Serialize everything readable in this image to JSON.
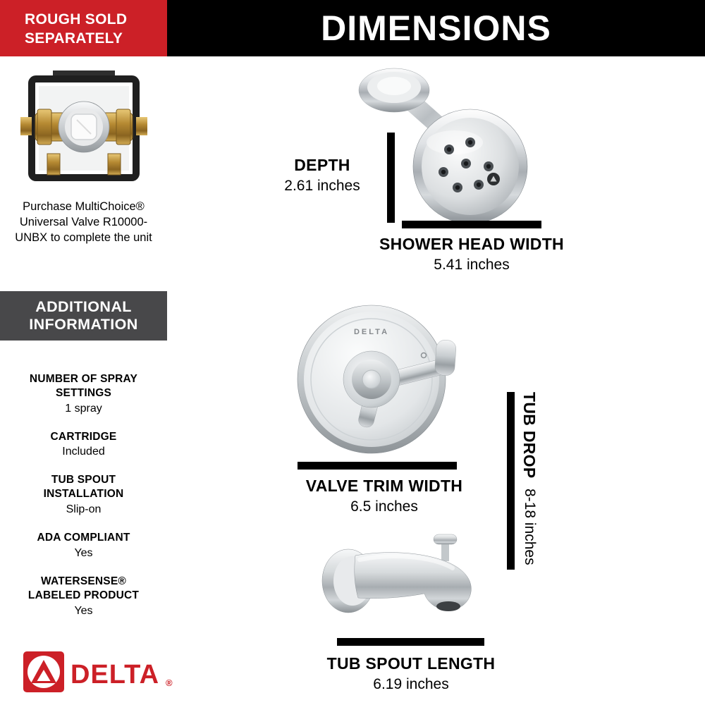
{
  "colors": {
    "red": "#cc2027",
    "black": "#000000",
    "dark_gray": "#48484a",
    "white": "#ffffff"
  },
  "banner": {
    "line1": "ROUGH SOLD",
    "line2": "SEPARATELY"
  },
  "header": {
    "title": "DIMENSIONS"
  },
  "sidebar": {
    "valve_note": "Purchase MultiChoice® Universal Valve R10000-UNBX to complete the unit",
    "additional": {
      "line1": "ADDITIONAL",
      "line2": "INFORMATION"
    },
    "specs": [
      {
        "label": "NUMBER OF SPRAY SETTINGS",
        "value": "1 spray"
      },
      {
        "label": "CARTRIDGE",
        "value": "Included"
      },
      {
        "label": "TUB SPOUT INSTALLATION",
        "value": "Slip-on"
      },
      {
        "label": "ADA COMPLIANT",
        "value": "Yes"
      },
      {
        "label": "WATERSENSE® LABELED PRODUCT",
        "value": "Yes"
      }
    ],
    "brand": {
      "name": "DELTA",
      "reg": "®"
    }
  },
  "dimensions": {
    "depth": {
      "label": "DEPTH",
      "value": "2.61 inches"
    },
    "shower_head_width": {
      "label": "SHOWER HEAD WIDTH",
      "value": "5.41 inches"
    },
    "valve_trim_width": {
      "label": "VALVE TRIM WIDTH",
      "value": "6.5 inches"
    },
    "tub_drop": {
      "label": "TUB DROP",
      "value": "8-18 inches"
    },
    "tub_spout_length": {
      "label": "TUB SPOUT LENGTH",
      "value": "6.19 inches"
    }
  },
  "figure_labels": {
    "valve_plate_brand": "DELTA"
  }
}
